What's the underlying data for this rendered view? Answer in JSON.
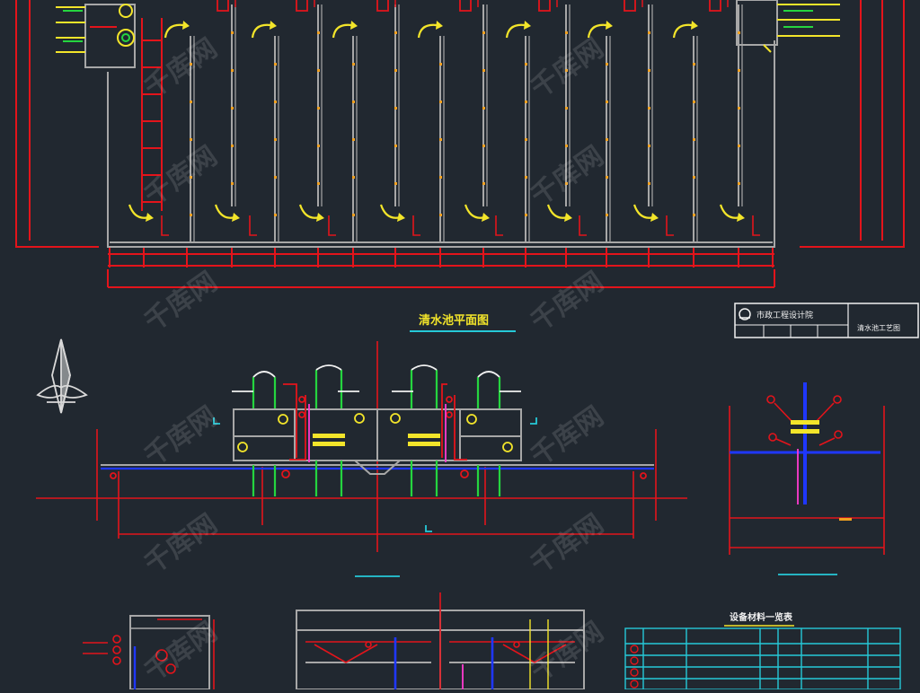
{
  "canvas": {
    "background": "#212830"
  },
  "colors": {
    "wall": "#a7a7a7",
    "red": "#e3141b",
    "yellow": "#f3e52a",
    "green": "#25d53f",
    "blue": "#1f37ff",
    "magenta": "#ff3bd1",
    "cyan": "#26c9d8",
    "white": "#f1f1f1",
    "orange": "#f0a020"
  },
  "titles": {
    "plan_view": "清水池平面图",
    "equipment_table": "设备材料一览表",
    "title_block_company": "市政工程设计院",
    "title_block_drawing": "清水池工艺图"
  },
  "watermark": {
    "text": "千库网"
  },
  "icons": {
    "north_arrow": "north-arrow-icon",
    "company_logo": "company-logo-icon"
  }
}
